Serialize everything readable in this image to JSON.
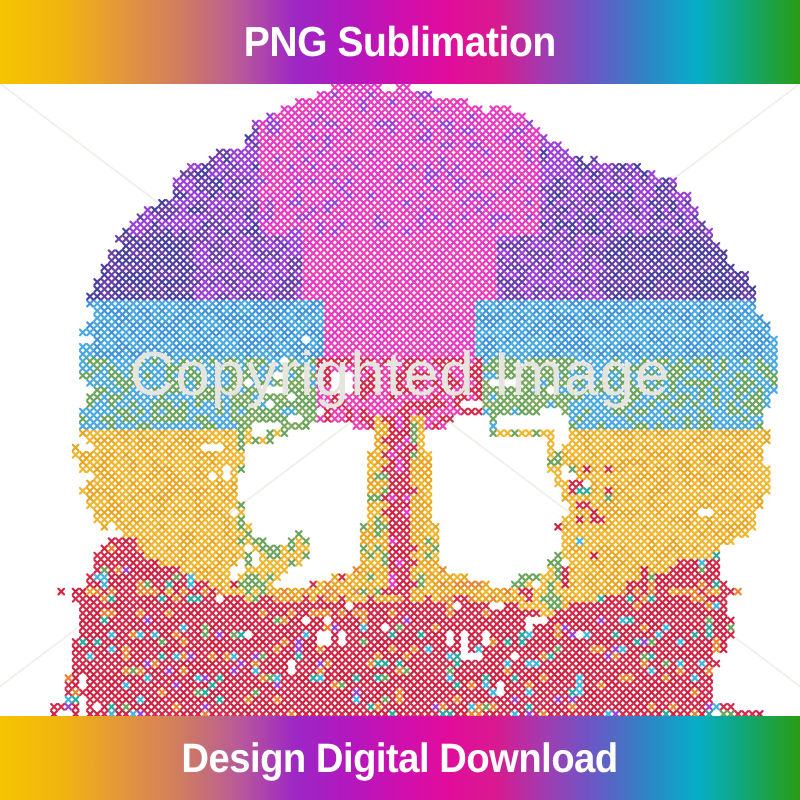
{
  "banner_top": {
    "text": "PNG Sublimation",
    "gradient_stops": [
      "#f5c400",
      "#e2933e",
      "#b8599a",
      "#9c27c4",
      "#cf0fae",
      "#e10c9c",
      "#6b57c6",
      "#06aec9",
      "#2a9c12"
    ]
  },
  "banner_bottom": {
    "text": "Design Digital Download"
  },
  "watermark": {
    "text": "Copyrighted Image",
    "color": "#e6e4de"
  },
  "artwork": {
    "title": "Cross Stitch Tree of Life",
    "background": "#ffffff",
    "stitch_size": 7.2,
    "palette": {
      "magenta": "#e837c4",
      "pink": "#ec3fb5",
      "violet": "#9b3fd8",
      "purple": "#6b3fa8",
      "indigo": "#4a3f9e",
      "sky": "#4aa8e0",
      "blue": "#3f93d8",
      "green": "#6ba35c",
      "olive": "#7ca85e",
      "yellow": "#f0b52e",
      "gold": "#e8a521",
      "orange": "#e8842e",
      "crimson": "#d42a4a",
      "red": "#cf2040",
      "teal": "#2aa89b",
      "cyan": "#3fb5e0"
    },
    "regions": [
      {
        "name": "upper-canopy",
        "dominant": "magenta"
      },
      {
        "name": "upper-left-canopy",
        "dominant": "purple"
      },
      {
        "name": "upper-right-canopy",
        "dominant": "violet"
      },
      {
        "name": "mid-left-canopy",
        "dominant": "sky"
      },
      {
        "name": "mid-right-canopy",
        "dominant": "sky"
      },
      {
        "name": "lower-canopy",
        "dominant": "green"
      },
      {
        "name": "outer-lower-canopy",
        "dominant": "yellow"
      },
      {
        "name": "trunk",
        "dominant": "gold"
      },
      {
        "name": "trunk-core",
        "dominant": "crimson"
      },
      {
        "name": "root-band",
        "dominant": "orange"
      },
      {
        "name": "roots",
        "dominant": "crimson"
      }
    ]
  }
}
